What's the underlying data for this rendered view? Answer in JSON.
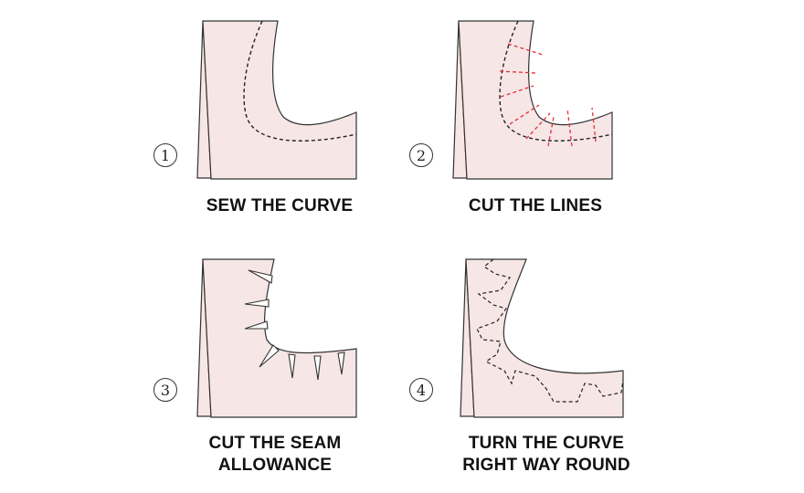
{
  "steps": [
    {
      "number": "1",
      "caption_lines": [
        "SEW THE CURVE"
      ]
    },
    {
      "number": "2",
      "caption_lines": [
        "CUT THE LINES"
      ]
    },
    {
      "number": "3",
      "caption_lines": [
        "CUT THE SEAM",
        "ALLOWANCE"
      ]
    },
    {
      "number": "4",
      "caption_lines": [
        "TURN THE CURVE",
        "RIGHT WAY ROUND"
      ]
    }
  ],
  "colors": {
    "fabric": "#f7e6e6",
    "outline": "#333333",
    "cut_line": "#e0303a"
  }
}
